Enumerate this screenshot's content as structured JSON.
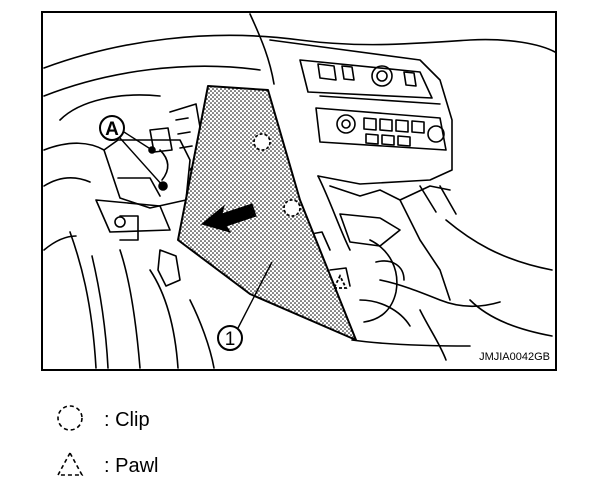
{
  "figure": {
    "code": "JMJIA0042GB",
    "callout_part": "1",
    "callout_ref": "A"
  },
  "legend": [
    {
      "symbol": "dashed-circle-icon",
      "text": ": Clip"
    },
    {
      "symbol": "dashed-triangle-icon",
      "text": ": Pawl"
    }
  ],
  "colors": {
    "line": "#000000",
    "background": "#ffffff",
    "hatch": "#cfcfcf"
  }
}
